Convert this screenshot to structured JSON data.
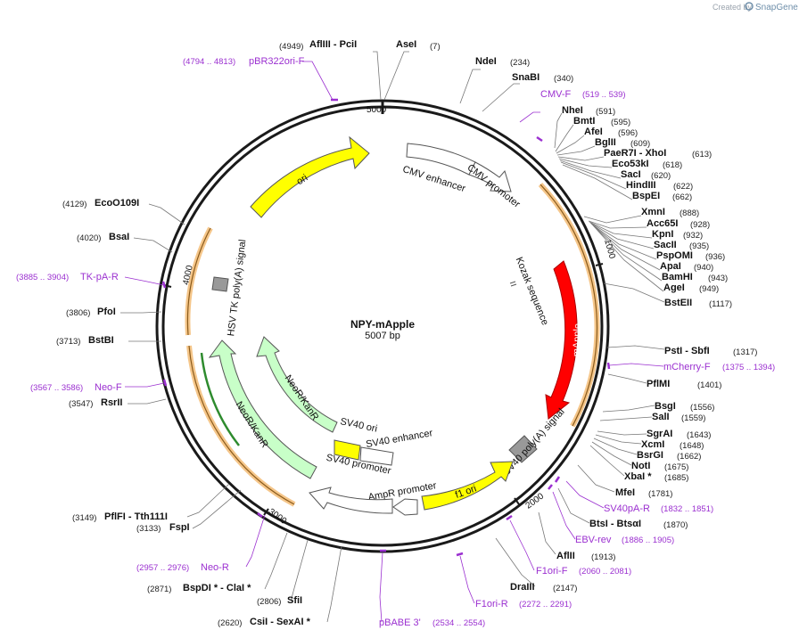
{
  "credit": {
    "prefix": "Created by",
    "brand": "SnapGene"
  },
  "plasmid": {
    "name": "NPY-mApple",
    "size": "5007 bp"
  },
  "ticks": [
    "1000",
    "2000",
    "3000",
    "4000",
    "5000"
  ],
  "features": {
    "ori": "ori",
    "cmv_enhancer": "CMV enhancer",
    "cmv_promoter": "CMV promoter",
    "kozak": "Kozak sequence",
    "mapple": "mApple",
    "sv40pa": "SV40 poly(A) signal",
    "f1ori": "f1 ori",
    "ampr_promoter": "AmpR promoter",
    "sv40_promoter": "SV40 promoter",
    "sv40_ori": "SV40 ori",
    "sv40_enhancer": "SV40 enhancer",
    "neor1": "NeoR/KanR",
    "neor2": "NeoR/KanR",
    "hsv_tk": "HSV TK poly(A) signal"
  },
  "sites": {
    "afliii_pci": {
      "pos": "(4949)",
      "name": "AflIII - PciI"
    },
    "asei": {
      "name": "AseI",
      "pos": "(7)"
    },
    "ndei": {
      "name": "NdeI",
      "pos": "(234)"
    },
    "snabi": {
      "name": "SnaBI",
      "pos": "(340)"
    },
    "nhei": {
      "name": "NheI",
      "pos": "(591)"
    },
    "bmti": {
      "name": "BmtI",
      "pos": "(595)"
    },
    "afei": {
      "name": "AfeI",
      "pos": "(596)"
    },
    "bglii": {
      "name": "BglII",
      "pos": "(609)"
    },
    "paer7i": {
      "name": "PaeR7I - XhoI",
      "pos": "(613)"
    },
    "eco53ki": {
      "name": "Eco53kI",
      "pos": "(618)"
    },
    "saci": {
      "name": "SacI",
      "pos": "(620)"
    },
    "hindiii": {
      "name": "HindIII",
      "pos": "(622)"
    },
    "bspei": {
      "name": "BspEI",
      "pos": "(662)"
    },
    "xmni": {
      "name": "XmnI",
      "pos": "(888)"
    },
    "acc65i": {
      "name": "Acc65I",
      "pos": "(928)"
    },
    "kpni": {
      "name": "KpnI",
      "pos": "(932)"
    },
    "sacii": {
      "name": "SacII",
      "pos": "(935)"
    },
    "pspomi": {
      "name": "PspOMI",
      "pos": "(936)"
    },
    "apai": {
      "name": "ApaI",
      "pos": "(940)"
    },
    "bamhi": {
      "name": "BamHI",
      "pos": "(943)"
    },
    "agei": {
      "name": "AgeI",
      "pos": "(949)"
    },
    "bsteii": {
      "name": "BstEII",
      "pos": "(1117)"
    },
    "psti": {
      "name": "PstI - SbfI",
      "pos": "(1317)"
    },
    "pflmi": {
      "name": "PflMI",
      "pos": "(1401)"
    },
    "bsgi": {
      "name": "BsgI",
      "pos": "(1556)"
    },
    "sali": {
      "name": "SalI",
      "pos": "(1559)"
    },
    "sgrai": {
      "name": "SgrAI",
      "pos": "(1643)"
    },
    "xcmi": {
      "name": "XcmI",
      "pos": "(1648)"
    },
    "bsrgi": {
      "name": "BsrGI",
      "pos": "(1662)"
    },
    "noti": {
      "name": "NotI",
      "pos": "(1675)"
    },
    "xbai": {
      "name": "XbaI *",
      "pos": "(1685)"
    },
    "mfei": {
      "name": "MfeI",
      "pos": "(1781)"
    },
    "btsi": {
      "name": "BtsI - BtsαI",
      "pos": "(1870)"
    },
    "aflii": {
      "name": "AflII",
      "pos": "(1913)"
    },
    "draiii": {
      "name": "DraIII",
      "pos": "(2147)"
    },
    "csii": {
      "pos": "(2620)",
      "name": "CsiI - SexAI *"
    },
    "sfii": {
      "pos": "(2806)",
      "name": "SfiI"
    },
    "bspdi": {
      "pos": "(2871)",
      "name": "BspDI * - ClaI *"
    },
    "fspi": {
      "pos": "(3133)",
      "name": "FspI"
    },
    "pflfi": {
      "pos": "(3149)",
      "name": "PflFI - Tth111I"
    },
    "rsrii": {
      "pos": "(3547)",
      "name": "RsrII"
    },
    "bstbi": {
      "pos": "(3713)",
      "name": "BstBI"
    },
    "pfoi": {
      "pos": "(3806)",
      "name": "PfoI"
    },
    "bsai": {
      "pos": "(4020)",
      "name": "BsaI"
    },
    "eco0109i": {
      "pos": "(4129)",
      "name": "EcoO109I"
    }
  },
  "primers": {
    "pbr322ori": {
      "pos": "(4794 .. 4813)",
      "name": "pBR322ori-F"
    },
    "cmvf": {
      "name": "CMV-F",
      "pos": "(519 .. 539)"
    },
    "mcherryf": {
      "name": "mCherry-F",
      "pos": "(1375 .. 1394)"
    },
    "sv40par": {
      "name": "SV40pA-R",
      "pos": "(1832 .. 1851)"
    },
    "ebvrev": {
      "name": "EBV-rev",
      "pos": "(1886 .. 1905)"
    },
    "f1orif": {
      "name": "F1ori-F",
      "pos": "(2060 .. 2081)"
    },
    "f1orir": {
      "name": "F1ori-R",
      "pos": "(2272 .. 2291)"
    },
    "pbabe3": {
      "name": "pBABE 3'",
      "pos": "(2534 .. 2554)"
    },
    "neor": {
      "pos": "(2957 .. 2976)",
      "name": "Neo-R"
    },
    "neof": {
      "pos": "(3567 .. 3586)",
      "name": "Neo-F"
    },
    "tkpar": {
      "pos": "(3885 .. 3904)",
      "name": "TK-pA-R"
    }
  },
  "colors": {
    "backbone": "#1a1a1a",
    "ori": "#ffff00",
    "mapple": "#ff0000",
    "neor": "#c8ffc8",
    "terminator": "#999999",
    "orf": "#f5c68a",
    "primer": "#9b30d0"
  }
}
